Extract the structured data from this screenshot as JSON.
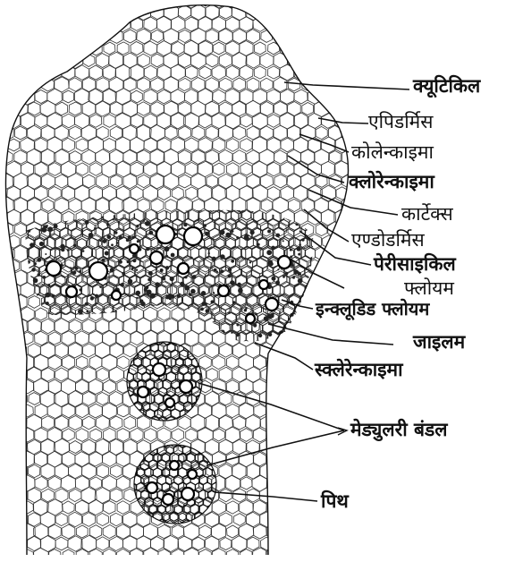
{
  "diagram": {
    "labels": {
      "cuticle": "क्यूटिकिल",
      "epidermis": "एपिडर्मिस",
      "collenchyma": "कोलेन्काइमा",
      "chlorenchyma": "क्लोरेन्काइमा",
      "cortex": "कार्टेक्स",
      "endodermis": "एण्डोडर्मिस",
      "pericycle": "पेरीसाइकिल",
      "phloem": "फ्लोयम",
      "included_phloem": "इन्क्लूडिड फ्लोयम",
      "xylem": "जाइलम",
      "sclerenchyma": "स्क्लेरेन्काइमा",
      "medullary_bundle": "मेड्युलरी बंडल",
      "pith": "पिथ"
    }
  }
}
